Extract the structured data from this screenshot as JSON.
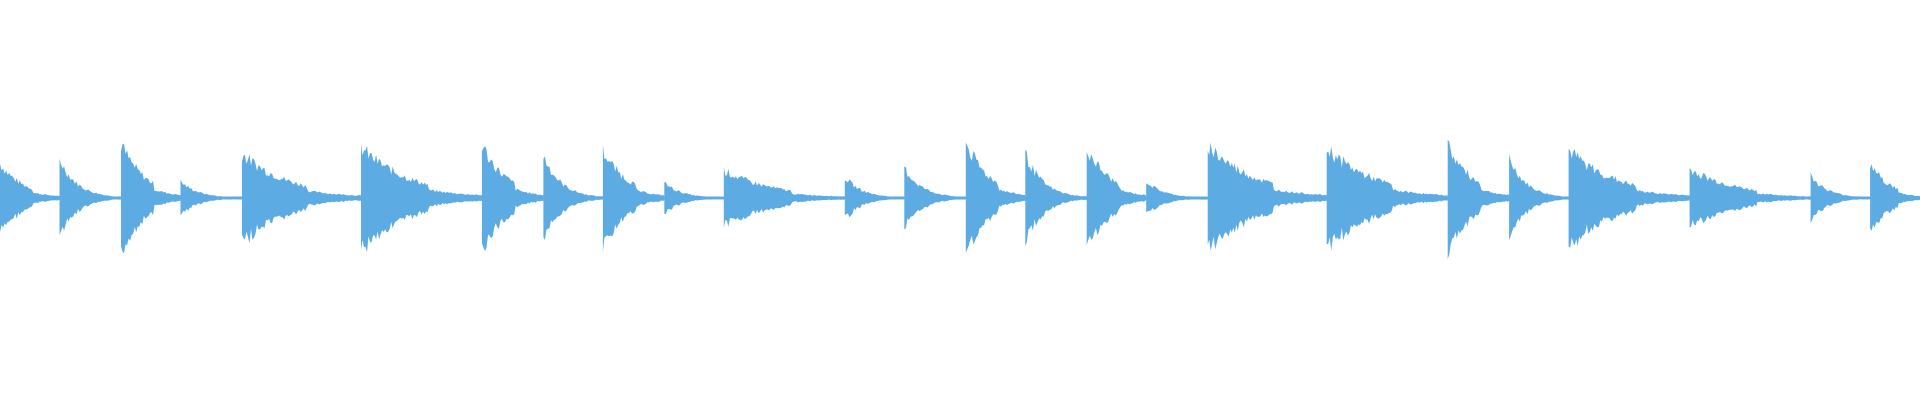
{
  "waveform": {
    "color": "#5dabe3",
    "background": "#ffffff",
    "amplitude_scale": 0.25,
    "hits": [
      {
        "t": 0.0,
        "a": 0.62,
        "kind": "long"
      },
      {
        "t": 0.031,
        "a": 0.7,
        "kind": "short"
      },
      {
        "t": 0.063,
        "a": 0.98,
        "kind": "long"
      },
      {
        "t": 0.094,
        "a": 0.3,
        "kind": "short"
      },
      {
        "t": 0.126,
        "a": 0.8,
        "kind": "long"
      },
      {
        "t": 0.188,
        "a": 0.92,
        "kind": "long"
      },
      {
        "t": 0.251,
        "a": 0.96,
        "kind": "long"
      },
      {
        "t": 0.283,
        "a": 0.78,
        "kind": "short"
      },
      {
        "t": 0.314,
        "a": 0.86,
        "kind": "long"
      },
      {
        "t": 0.346,
        "a": 0.28,
        "kind": "short"
      },
      {
        "t": 0.377,
        "a": 0.5,
        "kind": "long"
      },
      {
        "t": 0.44,
        "a": 0.38,
        "kind": "short"
      },
      {
        "t": 0.471,
        "a": 0.54,
        "kind": "short"
      },
      {
        "t": 0.503,
        "a": 1.0,
        "kind": "long"
      },
      {
        "t": 0.534,
        "a": 0.8,
        "kind": "short"
      },
      {
        "t": 0.566,
        "a": 0.92,
        "kind": "long"
      },
      {
        "t": 0.597,
        "a": 0.3,
        "kind": "short"
      },
      {
        "t": 0.629,
        "a": 0.96,
        "kind": "long"
      },
      {
        "t": 0.691,
        "a": 0.9,
        "kind": "long"
      },
      {
        "t": 0.754,
        "a": 0.96,
        "kind": "long"
      },
      {
        "t": 0.786,
        "a": 0.72,
        "kind": "short"
      },
      {
        "t": 0.817,
        "a": 0.86,
        "kind": "long"
      },
      {
        "t": 0.88,
        "a": 0.52,
        "kind": "long"
      },
      {
        "t": 0.943,
        "a": 0.4,
        "kind": "short"
      },
      {
        "t": 0.974,
        "a": 0.62,
        "kind": "long"
      }
    ]
  }
}
